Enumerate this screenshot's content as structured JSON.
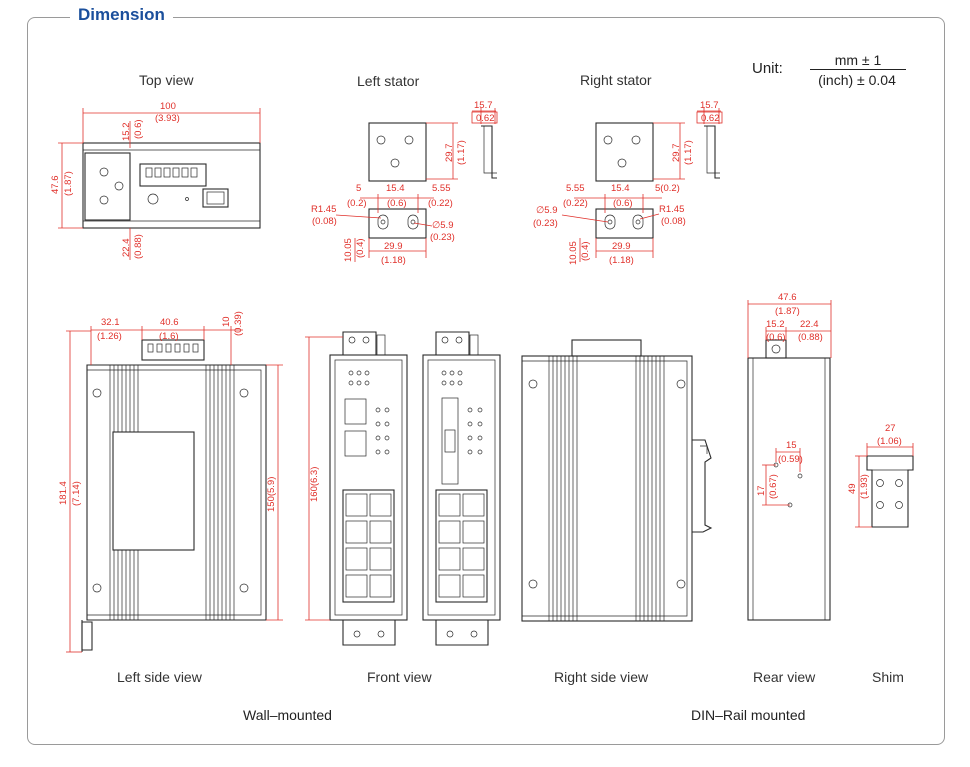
{
  "section_title": "Dimension",
  "unit": {
    "label": "Unit:",
    "numerator": "mm ± 1",
    "denominator": "(inch) ± 0.04"
  },
  "views": {
    "top_view": "Top view",
    "left_stator": "Left stator",
    "right_stator": "Right stator",
    "left_side_view": "Left side view",
    "front_view": "Front view",
    "right_side_view": "Right side view",
    "rear_view": "Rear view",
    "shim": "Shim"
  },
  "mounting": {
    "wall": "Wall–mounted",
    "din": "DIN–Rail mounted"
  },
  "dims": {
    "top_width": "100",
    "top_width_in": "(3.93)",
    "top_15_2": "15.2",
    "top_15_2_in": "(0.6)",
    "top_47_6": "47.6",
    "top_47_6_in": "(1.87)",
    "top_22_4": "22.4",
    "top_22_4_in": "(0.88)",
    "ls_15_7": "15.7",
    "ls_15_7_in": "0.62",
    "ls_29_7": "29.7",
    "ls_29_7_in": "(1.17)",
    "ls_5": "5",
    "ls_5_in": "(0.2)",
    "ls_15_4": "15.4",
    "ls_15_4_in": "(0.6)",
    "ls_5_55": "5.55",
    "ls_5_55_in": "(0.22)",
    "ls_r": "R1.45",
    "ls_r_in": "(0.08)",
    "ls_d": "∅5.9",
    "ls_d_in": "(0.23)",
    "ls_10_05": "10.05",
    "ls_10_05_in": "(0.4)",
    "ls_29_9": "29.9",
    "ls_29_9_in": "(1.18)",
    "rs_15_7": "15.7",
    "rs_15_7_in": "0.62",
    "rs_29_7": "29.7",
    "rs_29_7_in": "(1.17)",
    "rs_5_55": "5.55",
    "rs_5_55_in": "(0.22)",
    "rs_15_4": "15.4",
    "rs_15_4_in": "(0.6)",
    "rs_5": "5(0.2)",
    "rs_d": "∅5.9",
    "rs_d_in": "(0.23)",
    "rs_r": "R1.45",
    "rs_r_in": "(0.08)",
    "rs_10_05": "10.05",
    "rs_10_05_in": "(0.4)",
    "rs_29_9": "29.9",
    "rs_29_9_in": "(1.18)",
    "lsv_32_1": "32.1",
    "lsv_32_1_in": "(1.26)",
    "lsv_40_6": "40.6",
    "lsv_40_6_in": "(1.6)",
    "lsv_10": "10",
    "lsv_10_in": "(0.39)",
    "lsv_181_4": "181.4",
    "lsv_181_4_in": "(7.14)",
    "lsv_150": "150(5.9)",
    "fv_160": "160(6.3)",
    "rv_47_6": "47.6",
    "rv_47_6_in": "(1.87)",
    "rv_15_2": "15.2",
    "rv_15_2_in": "(0.6)",
    "rv_22_4": "22.4",
    "rv_22_4_in": "(0.88)",
    "rv_15": "15",
    "rv_15_in": "(0.59)",
    "rv_17": "17",
    "rv_17_in": "(0.67)",
    "sh_27": "27",
    "sh_27_in": "(1.06)",
    "sh_49": "49",
    "sh_49_in": "(1.93)"
  }
}
